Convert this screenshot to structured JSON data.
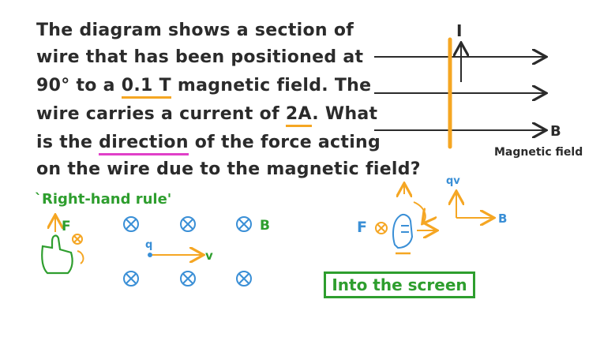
{
  "question": {
    "line1": "The diagram shows a section of",
    "line2": "wire that has been positioned at",
    "line3_a": "90° to a ",
    "line3_field": "0.1 T",
    "line3_b": " magnetic field. The",
    "line4_a": "wire carries a current of ",
    "line4_current": "2A",
    "line4_b": ". What",
    "line5_a": "is the ",
    "line5_direction": "direction",
    "line5_b": " of the force acting",
    "line6": "on the wire due to the magnetic field?"
  },
  "diagram": {
    "current_label": "I",
    "field_label": "B",
    "caption": "Magnetic field"
  },
  "rule": {
    "title": "`Right-hand rule'",
    "force_label": "F",
    "field_label": "B",
    "charge_label": "q",
    "velocity_label": "v"
  },
  "hand_sketch": {
    "force_label": "F",
    "qv_label": "qv",
    "field_label": "B"
  },
  "answer": "Into the screen",
  "colors": {
    "orange": "#f5a623",
    "blue": "#3a8fd6",
    "green": "#2e9e2e",
    "pink": "#e040c8",
    "ink": "#2b2b2b"
  }
}
